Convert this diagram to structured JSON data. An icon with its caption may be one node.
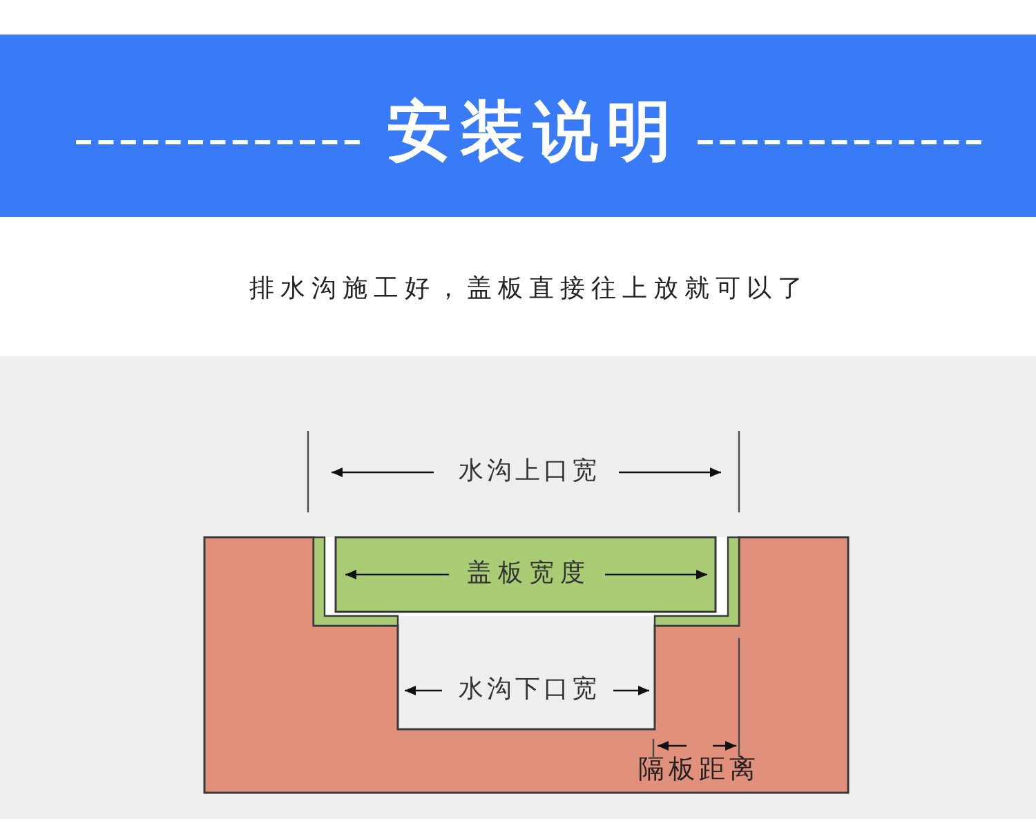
{
  "diagram": {
    "title": "安装说明",
    "labels": [
      "排水沟施工好，盖板直接往上放就可以了",
      "水沟上口宽",
      "盖板宽度",
      "水沟下口宽",
      "隔板距离"
    ]
  }
}
